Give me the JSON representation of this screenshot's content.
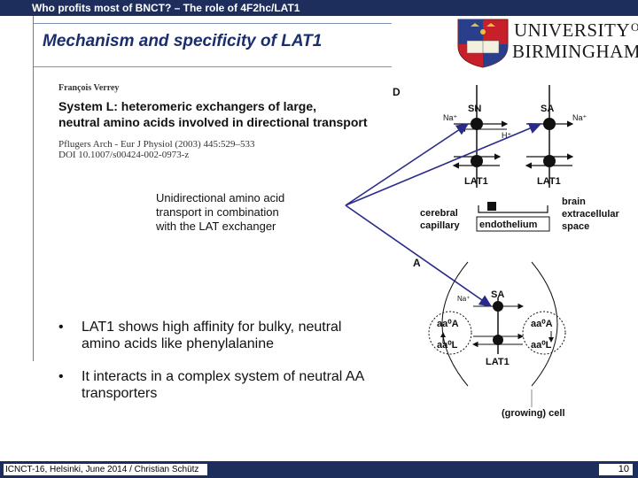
{
  "header": {
    "title": "Who profits most of BNCT? – The role of 4F2hc/LAT1"
  },
  "slide": {
    "title": "Mechanism and specificity of LAT1"
  },
  "logo": {
    "line1": "UNIVERSITY OF",
    "line1_main": "UNIVERSITY",
    "line1_suffix": "OF",
    "line2": "BIRMINGHAM"
  },
  "reference": {
    "author": "François Verrey",
    "title_line1": "System L: heteromeric exchangers of large,",
    "title_line2": "neutral amino acids involved in directional transport",
    "journal": "Pflugers Arch - Eur J Physiol (2003) 445:529–533",
    "doi": "DOI 10.1007/s00424-002-0973-z"
  },
  "annotation": {
    "line1": "Unidirectional amino acid",
    "line2": "transport in combination",
    "line3": "with the LAT exchanger"
  },
  "bullets": [
    {
      "line1": "LAT1 shows high affinity for bulky, neutral",
      "line2": "amino acids like phenylalanine"
    },
    {
      "line1": "It interacts in a complex system of neutral AA",
      "line2": "transporters"
    }
  ],
  "bullet_marker": "•",
  "diagram_d": {
    "panel_label": "D",
    "transporter_left": "SN",
    "transporter_right": "SA",
    "ion_na_left": "Na⁺",
    "ion_h": "H⁺",
    "ion_na_right": "Na⁺",
    "exchanger_left": "LAT1",
    "exchanger_right": "LAT1",
    "left_label_line1": "cerebral",
    "left_label_line2": "capillary",
    "right_label_line1": "brain",
    "right_label_line2": "extracellular",
    "right_label_line3": "space",
    "center_label": "endothelium"
  },
  "diagram_a": {
    "panel_label": "A",
    "transporter": "SA",
    "ion_na": "Na⁺",
    "left_top": "aa⁰A",
    "left_bottom": "aa⁰L",
    "right_top": "aa⁰A",
    "right_bottom": "aa⁰L",
    "exchanger": "LAT1",
    "cell_label": "(growing) cell"
  },
  "footer": {
    "left": "ICNCT-16, Helsinki, June 2014  /  Christian Schütz",
    "page_number": "10"
  },
  "colors": {
    "header_bar": "#1d2d5c",
    "title_text": "#1a2e6e",
    "arrow": "#2a2a8c"
  }
}
